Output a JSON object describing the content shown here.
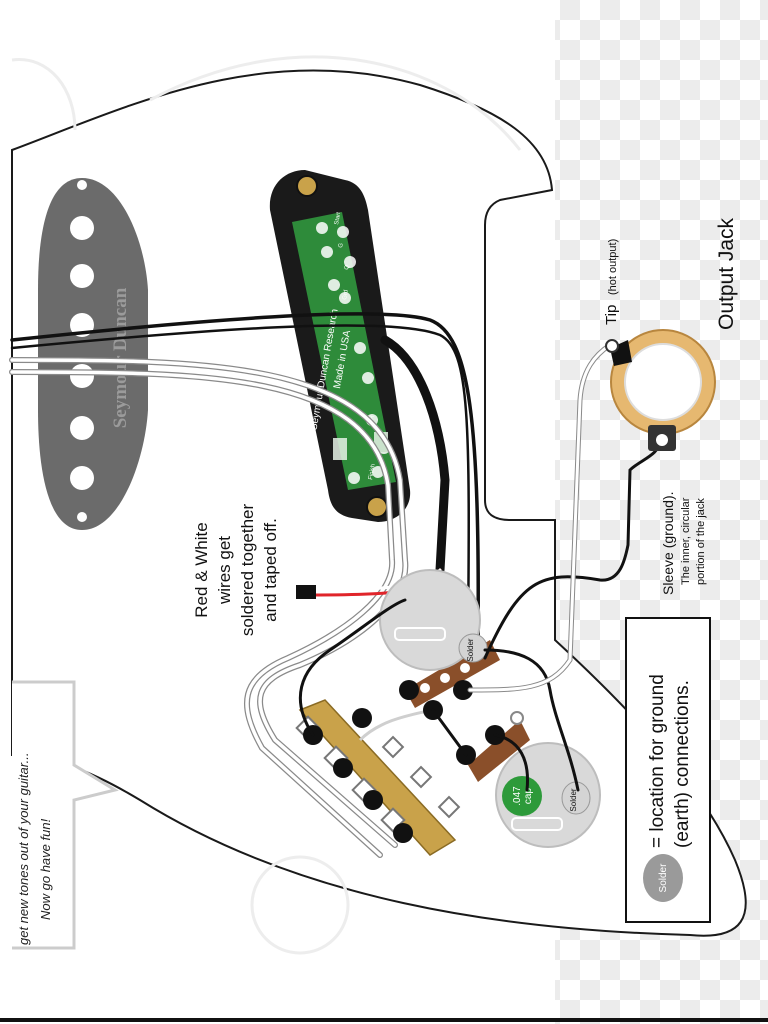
{
  "pickups": {
    "neck_brand": "Seymour Duncan",
    "board_lines": [
      "Seymour Duncan Research",
      "Made in USA"
    ],
    "board_pads": [
      "Start",
      "G",
      "Q",
      "Grd",
      "R",
      "Finish"
    ]
  },
  "callouts": {
    "red_white": [
      "Red & White",
      "wires get",
      "soldered together",
      "and taped off."
    ],
    "tip_main": "Tip",
    "tip_sub": "(hot output)",
    "output_jack": "Output Jack",
    "sleeve_main": "Sleeve (ground).",
    "sleeve_sub": [
      "The inner, circular",
      "portion of the jack"
    ]
  },
  "components": {
    "cap_label": [
      ".047",
      "cap"
    ],
    "solder_label": "Solder"
  },
  "legend": {
    "swatch_label": "Solder",
    "text_lines": [
      "= location for ground",
      "(earth) connections."
    ]
  },
  "note": {
    "lines": [
      "get new tones out of your guitar...",
      "Now go have fun!"
    ]
  },
  "colors": {
    "pickguard_fill": "#ffffff",
    "pickguard_stroke": "#1a1a1a",
    "pickup_gray": "#6b6b6b",
    "board_green": "#2e8b3a",
    "pot_gray": "#d8d8d8",
    "pot_brown": "#8a4f2a",
    "brass": "#c9a24a",
    "cap_green": "#2d9a3a",
    "wire_black": "#111111",
    "wire_red": "#e0242a",
    "wire_green": "#3fbf3f",
    "checker_a": "#eeeeee",
    "checker_b": "#ffffff"
  },
  "icons": {
    "jack": "output-jack-icon",
    "solder": "solder-point-icon",
    "switch": "selector-switch-icon"
  }
}
